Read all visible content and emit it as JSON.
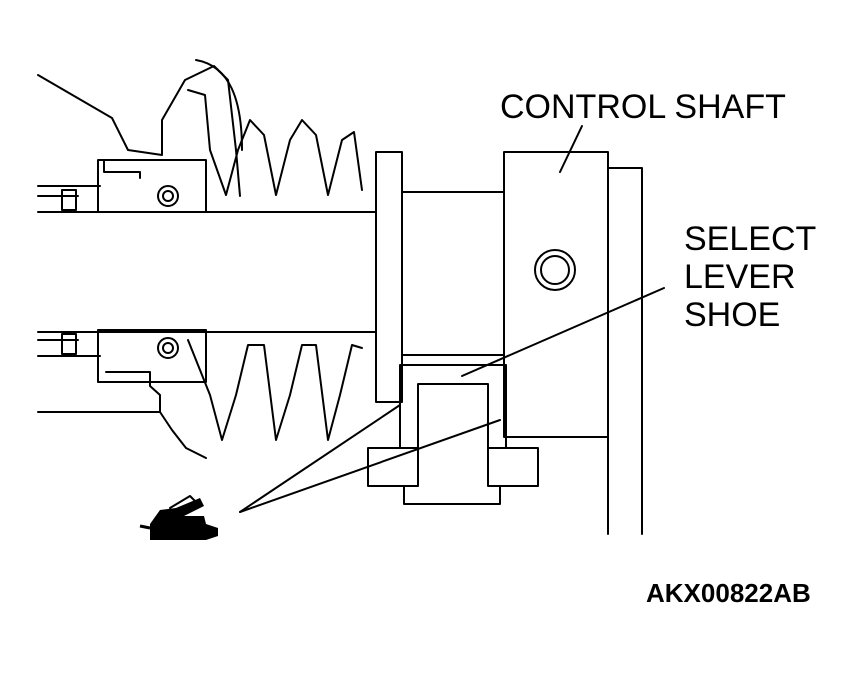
{
  "labels": {
    "control_shaft": "CONTROL SHAFT",
    "select": "SELECT",
    "lever": "LEVER",
    "shoe": "SHOE",
    "figure_code": "AKX00822AB"
  },
  "icons": {
    "grease_gun": "grease-gun-icon"
  }
}
